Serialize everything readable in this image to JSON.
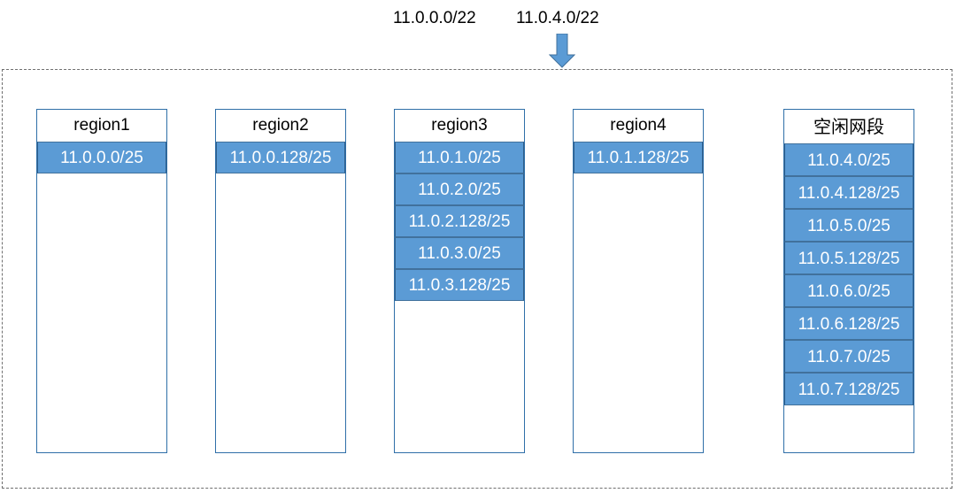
{
  "top_labels": [
    "11.0.0.0/22",
    "11.0.4.0/22"
  ],
  "arrow_icon": "down-arrow-icon",
  "colors": {
    "subnet_fill": "#5b9bd5",
    "subnet_border": "#41719c",
    "region_border": "#2f6fa8",
    "frame_border": "#6f6f6f"
  },
  "regions": [
    {
      "title": "region1",
      "subnets": [
        "11.0.0.0/25"
      ]
    },
    {
      "title": "region2",
      "subnets": [
        "11.0.0.128/25"
      ]
    },
    {
      "title": "region3",
      "subnets": [
        "11.0.1.0/25",
        "11.0.2.0/25",
        "11.0.2.128/25",
        "11.0.3.0/25",
        "11.0.3.128/25"
      ]
    },
    {
      "title": "region4",
      "subnets": [
        "11.0.1.128/25"
      ]
    }
  ],
  "free_pool": {
    "title": "空闲网段",
    "subnets": [
      "11.0.4.0/25",
      "11.0.4.128/25",
      "11.0.5.0/25",
      "11.0.5.128/25",
      "11.0.6.0/25",
      "11.0.6.128/25",
      "11.0.7.0/25",
      "11.0.7.128/25"
    ]
  }
}
